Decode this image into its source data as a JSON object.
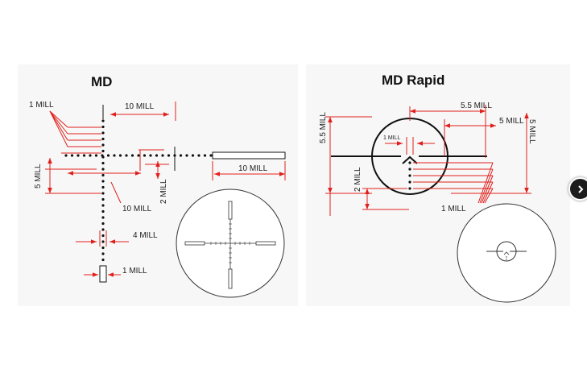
{
  "left_panel": {
    "title": "MD",
    "labels": {
      "one_mill_top": "1 MILL",
      "ten_mill_top": "10 MILL",
      "five_mill": "5 MILL",
      "ten_mill_bar": "10 MILL",
      "two_mill": "2 MILL",
      "ten_mill_bottom": "10 MILL",
      "four_mill": "4 MILL",
      "one_mill_bottom": "1 MILL"
    }
  },
  "right_panel": {
    "title": "MD Rapid",
    "labels": {
      "five_five_mill_left": "5.5 MILL",
      "five_five_mill_top": "5.5 MILL",
      "five_mill_top": "5 MILL",
      "five_mill_right": "5 MILL",
      "one_mill_inner": "1 MILL",
      "two_mill": "2 MILL",
      "one_mill_bottom": "1 MILL"
    }
  },
  "carousel": {
    "next_icon": "chevron-right-icon"
  },
  "colors": {
    "dimension": "#e0201c",
    "reticle": "#111111",
    "panel_bg": "#f7f7f7"
  }
}
